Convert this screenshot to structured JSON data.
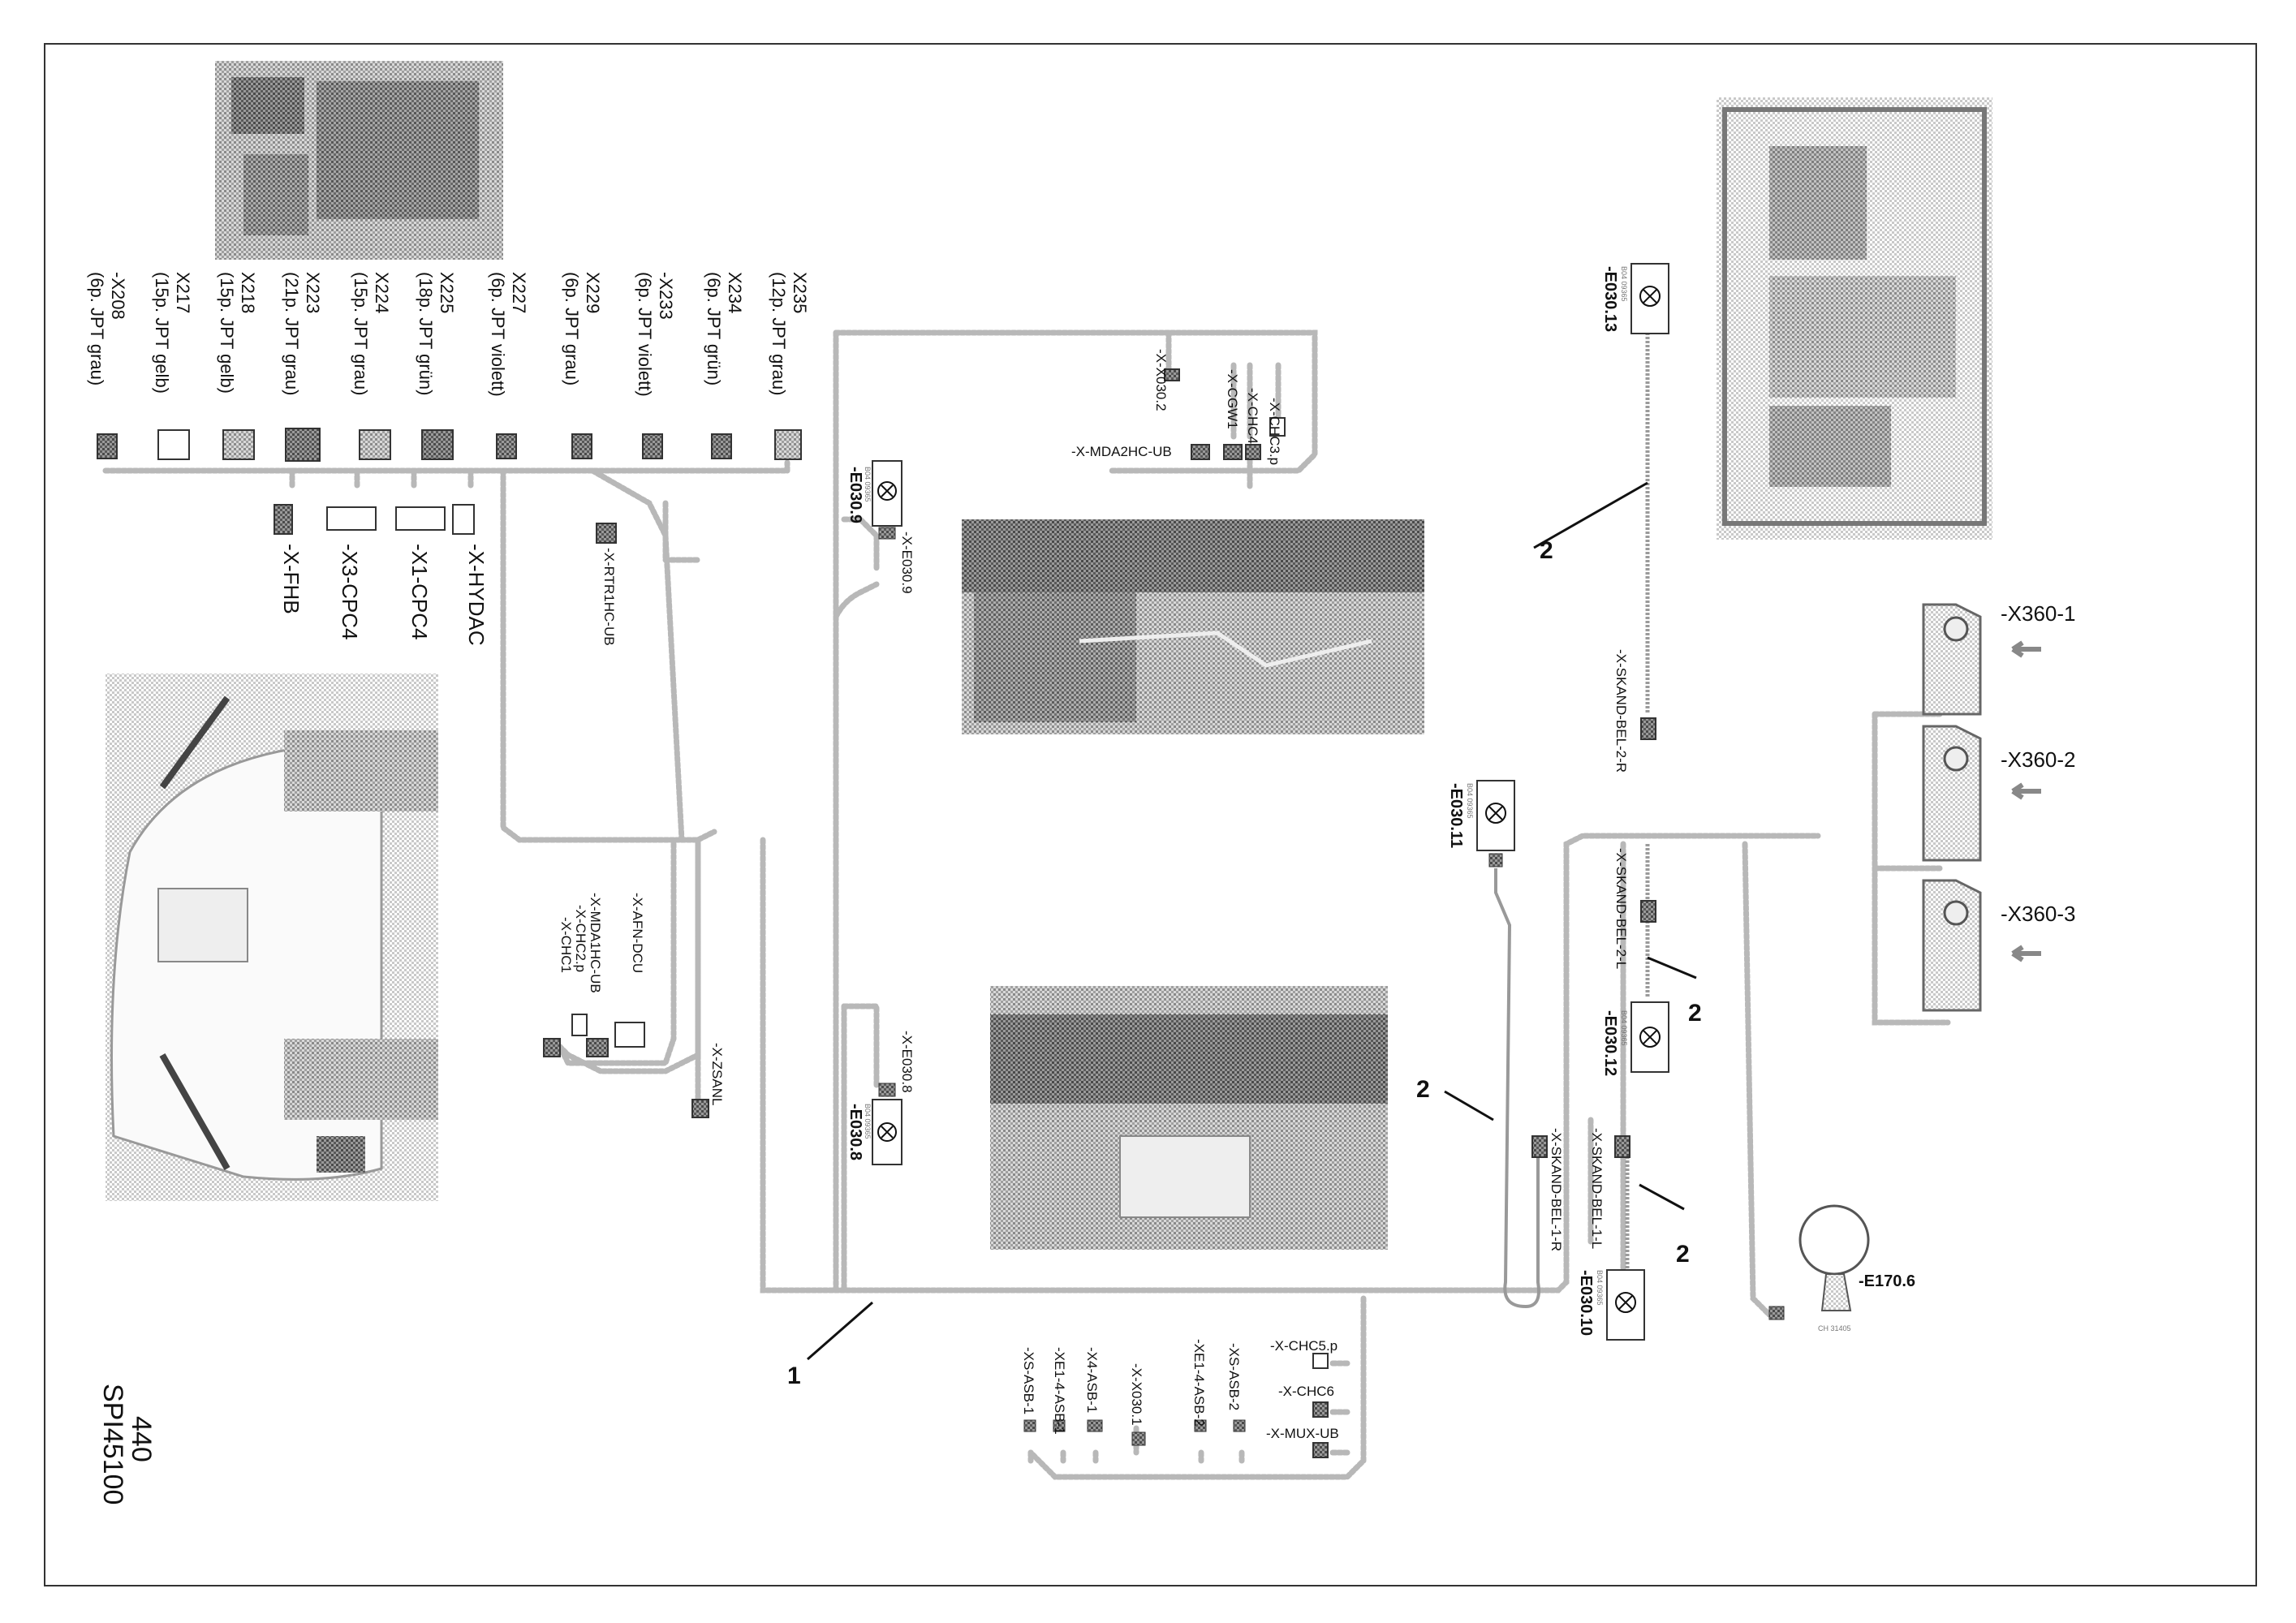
{
  "page_number": "440",
  "drawing_code": "SPI45100",
  "harness_numbers": [
    "1",
    "2"
  ],
  "top_connectors": [
    {
      "id": "-X208",
      "spec": "(6p. JPT grau)"
    },
    {
      "id": "X217",
      "spec": "(15p. JPT gelb)"
    },
    {
      "id": "X218",
      "spec": "(15p. JPT gelb)"
    },
    {
      "id": "X223",
      "spec": "(21p. JPT grau)"
    },
    {
      "id": "X224",
      "spec": "(15p. JPT grau)"
    },
    {
      "id": "X225",
      "spec": "(18p. JPT grün)"
    },
    {
      "id": "X227",
      "spec": "(6p. JPT violett)"
    },
    {
      "id": "X229",
      "spec": "(6p. JPT grau)"
    },
    {
      "id": "-X233",
      "spec": "(6p. JPT violett)"
    },
    {
      "id": "X234",
      "spec": "(6p. JPT grün)"
    },
    {
      "id": "X235",
      "spec": "(12p. JPT grau)"
    }
  ],
  "side_connectors": [
    "-X-FHB",
    "-X3-CPC4",
    "-X1-CPC4",
    "-X-HYDAC"
  ],
  "rtr_connector": "-X-RTR1HC-UB",
  "cab_connectors": [
    "-X-AFN-DCU",
    "-X-MDA1HC-UB",
    "-X-CHC2.p",
    "-X-CHC1"
  ],
  "zsanl": "-X-ZSANL",
  "inner_top": [
    "-X-X030.2",
    "-X-CGW1",
    "-X-CHC4",
    "-X-CHC3.p",
    "-X-MDA2HC-UB"
  ],
  "lamps": [
    {
      "id": "-E030.9",
      "plug": "-X-E030.9"
    },
    {
      "id": "-E030.8",
      "plug": "-X-E030.8"
    },
    {
      "id": "-E030.11"
    },
    {
      "id": "-E030.13"
    },
    {
      "id": "-E030.12"
    },
    {
      "id": "-E030.10"
    }
  ],
  "lamp_part_no": "B04 09365",
  "skand": [
    "-X-SKAND-BEL-2-R",
    "-X-SKAND-BEL-2-L",
    "-X-SKAND-BEL-1-R",
    "-X-SKAND-BEL-1-L"
  ],
  "bottom_connectors": [
    "-XS-ASB-1",
    "-XE1-4-ASB-1",
    "-X4-ASB-1",
    "-X-X030.1",
    "-XE1-4-ASB-2",
    "-XS-ASB-2",
    "-X-CHC5.p",
    "-X-CHC6",
    "-X-MUX-UB"
  ],
  "x360": [
    "-X360-1",
    "-X360-2",
    "-X360-3"
  ],
  "e170": {
    "id": "-E170.6",
    "sub": "CH 31405"
  }
}
